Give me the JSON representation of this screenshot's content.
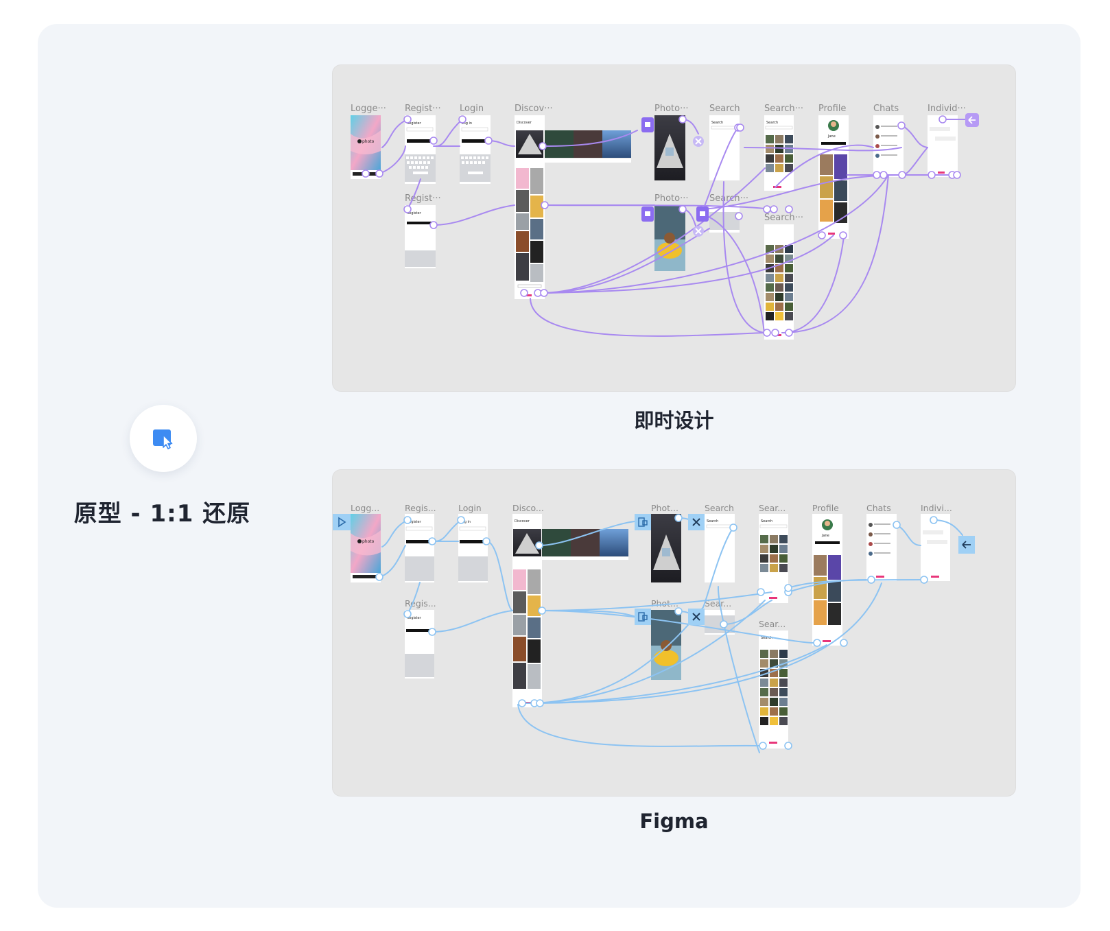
{
  "feature": {
    "title": "原型 - 1:1 还原",
    "icon": "prototype-cursor-icon",
    "accent": "#3d8bf2"
  },
  "comparison": [
    {
      "caption": "即时设计",
      "connector_color": "#a889f0",
      "frames": [
        "Logge···",
        "Regist···",
        "Login",
        "Discov···",
        "Photo···",
        "Search",
        "Search···",
        "Profile",
        "Chats",
        "Individ···",
        "Regist···",
        "Photo···",
        "Search···",
        "Search···"
      ],
      "mock_texts": [
        "photo",
        "Register",
        "Log in",
        "Discover",
        "Search",
        "Jane"
      ]
    },
    {
      "caption": "Figma",
      "connector_color": "#8cc3f2",
      "frames": [
        "Logg...",
        "Regis...",
        "Login",
        "Disco...",
        "Phot...",
        "Search",
        "Sear...",
        "Profile",
        "Chats",
        "Indivi...",
        "Regis...",
        "Phot...",
        "Sear...",
        "Sear..."
      ],
      "mock_texts": [
        "photo",
        "Register",
        "Log in",
        "Discover",
        "Search",
        "Jane"
      ]
    }
  ]
}
